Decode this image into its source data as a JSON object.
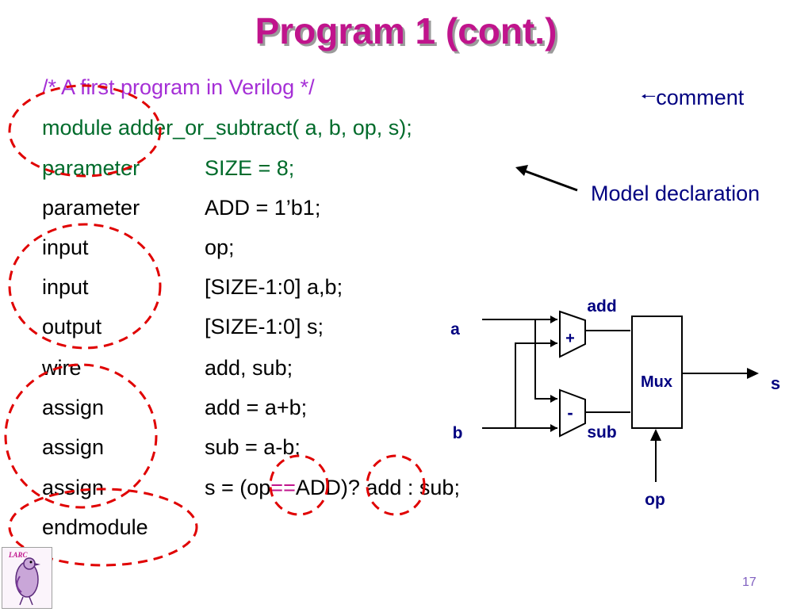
{
  "slide": {
    "title": "Program 1 (cont.)",
    "page_number": "17"
  },
  "code": {
    "comment": "/* A first program in Verilog */",
    "module_line": "module adder_or_subtract( a, b, op, s);",
    "lines": [
      {
        "kw": "parameter",
        "arg": "SIZE = 8;"
      },
      {
        "kw": "parameter",
        "arg": "ADD = 1’b1;"
      },
      {
        "kw": "input",
        "arg": "op;"
      },
      {
        "kw": "input",
        "arg": "[SIZE-1:0] a,b;"
      },
      {
        "kw": "output",
        "arg": "[SIZE-1:0] s;"
      },
      {
        "kw": "wire",
        "arg": "add, sub;"
      },
      {
        "kw": "assign",
        "arg": "add = a+b;"
      },
      {
        "kw": "assign",
        "arg": "sub = a-b;"
      }
    ],
    "last_assign": {
      "kw": "assign",
      "arg_before": "s = (op",
      "arg_eq": "==",
      "arg_after": "ADD)? add : sub;"
    },
    "end_line": "endmodule"
  },
  "annotations": {
    "comment_arrow": "",
    "comment_label": "comment",
    "model_label": "Model declaration"
  },
  "diagram": {
    "input_a": "a",
    "input_b": "b",
    "adder_symbol": "+",
    "subtractor_symbol": "-",
    "add_label": "add",
    "sub_label": "sub",
    "mux_label": "Mux",
    "output_label": "s",
    "select_label": "op"
  },
  "logo": {
    "text": "LARC"
  },
  "colors": {
    "title": "#c0148c",
    "code_green": "#006b2b",
    "comment_purple": "#a52fd6",
    "label_navy": "#000080",
    "eq_magenta": "#c0148c",
    "circle_red": "#e00000"
  }
}
